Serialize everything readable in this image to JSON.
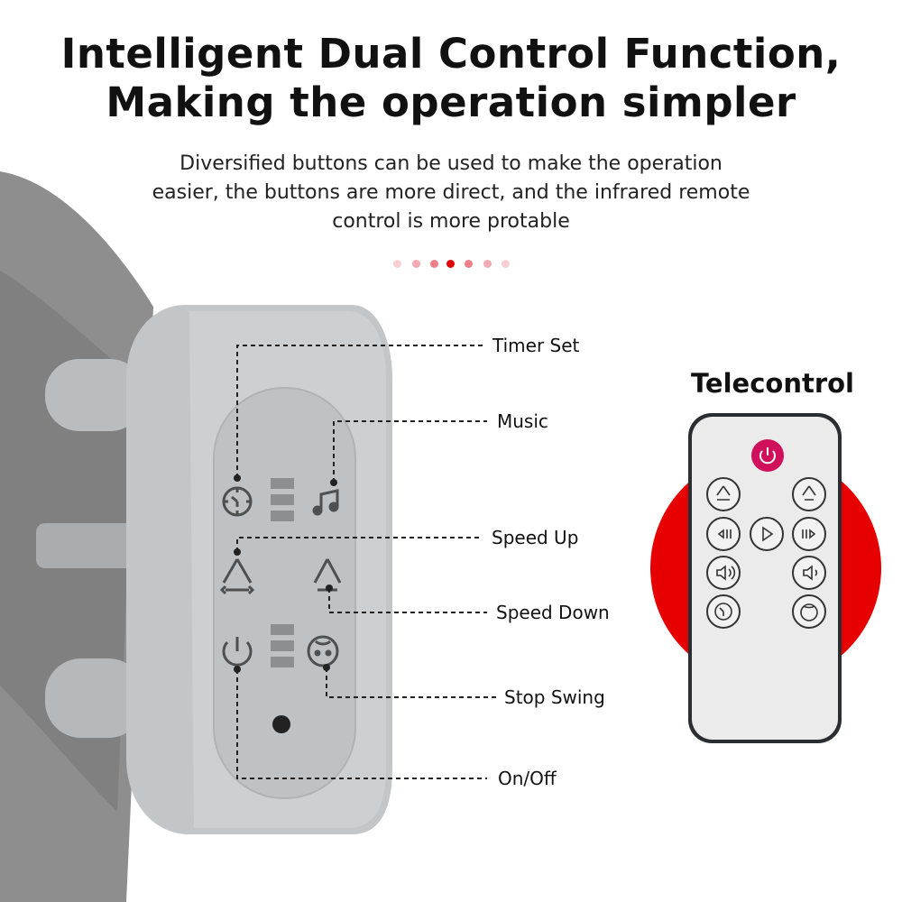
{
  "header": {
    "title_line1": "Intelligent Dual Control Function,",
    "title_line2": "Making the operation simpler",
    "subtitle_line1": "Diversified buttons can be used to make the operation",
    "subtitle_line2": "easier, the buttons are more direct, and the infrared remote",
    "subtitle_line3": "control is more protable"
  },
  "pager_dots": {
    "count": 7,
    "active_index": 3,
    "colors": [
      "#f8d0d4",
      "#f2a9b0",
      "#ec7f89",
      "#e00000",
      "#ec7f89",
      "#f2a9b0",
      "#f8d0d4"
    ]
  },
  "device_labels": [
    "Timer Set",
    "Music",
    "Speed Up",
    "Speed Down",
    "Stop Swing",
    "On/Off"
  ],
  "device_icons": [
    "timer-icon",
    "music-note-icon",
    "speed-up-icon",
    "speed-down-icon",
    "power-icon",
    "baby-face-icon"
  ],
  "remote": {
    "title": "Telecontrol",
    "buttons": [
      "power-icon",
      "speed-up-icon",
      "speed-down-icon",
      "previous-icon",
      "play-icon",
      "next-icon",
      "volume-up-icon",
      "volume-down-icon",
      "timer-icon",
      "baby-face-icon"
    ],
    "accent_color": "#d0105a",
    "backdrop_color": "#e60000"
  }
}
